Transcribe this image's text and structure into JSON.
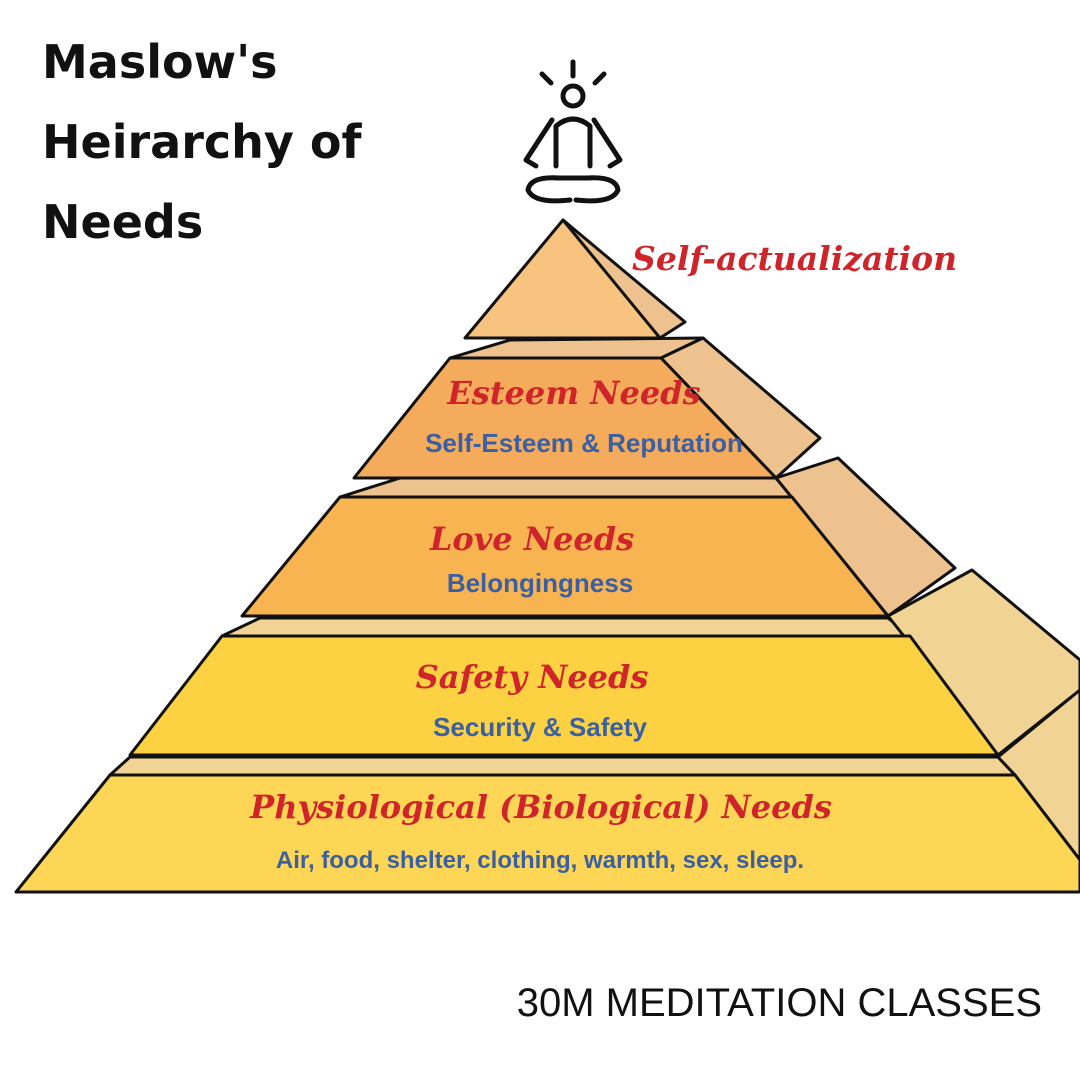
{
  "title": {
    "lines": [
      "Maslow's",
      "Heirarchy of",
      "Needs"
    ]
  },
  "top_label": "Self-actualization",
  "tiers": [
    {
      "title": "Esteem Needs",
      "subtitle": "Self-Esteem & Reputation"
    },
    {
      "title": "Love Needs",
      "subtitle": "Belongingness"
    },
    {
      "title": "Safety Needs",
      "subtitle": "Security & Safety"
    },
    {
      "title": "Physiological (Biological) Needs",
      "subtitle": "Air, food, shelter, clothing, warmth, sex, sleep."
    }
  ],
  "footer": "30M MEDITATION CLASSES",
  "icon": "meditation-person-icon",
  "colors": {
    "title_text": "#d0242b",
    "subtitle_text": "#3b5fa3",
    "outline": "#111111",
    "apex_front": "#f8c37f",
    "esteem_front": "#f4ab5c",
    "love_front": "#f8b451",
    "safety_front": "#fcd142",
    "physio_front": "#fdd655",
    "side_shade": "#eec28e",
    "side_light": "#f1d493"
  }
}
